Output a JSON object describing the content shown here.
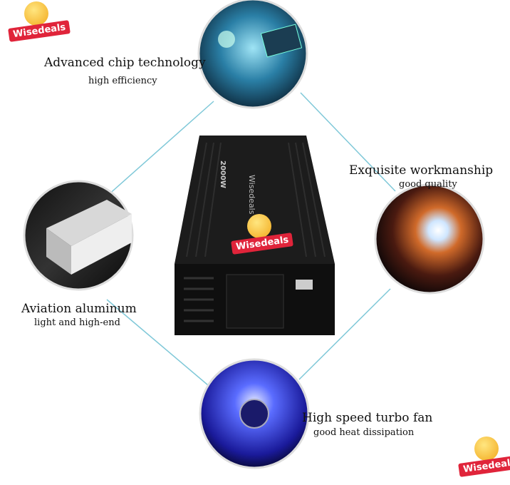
{
  "brand": {
    "logo_text": "Wisedeals"
  },
  "features": [
    {
      "title": "Advanced chip technology",
      "subtitle": "high efficiency",
      "icon": "circuit-chip-image"
    },
    {
      "title": "Exquisite workmanship",
      "subtitle": "good quality",
      "icon": "welding-image"
    },
    {
      "title": "Aviation aluminum",
      "subtitle": "light and high-end",
      "icon": "aluminum-profile-image"
    },
    {
      "title": "High speed turbo fan",
      "subtitle": "good heat dissipation",
      "icon": "blue-fan-image"
    }
  ],
  "product": {
    "power_label": "2000W",
    "brand_label": "Wisedeals"
  },
  "colors": {
    "connector_line": "#7fc8d8",
    "fan_blue": "#3a4cff",
    "logo_red": "#e0243a"
  }
}
